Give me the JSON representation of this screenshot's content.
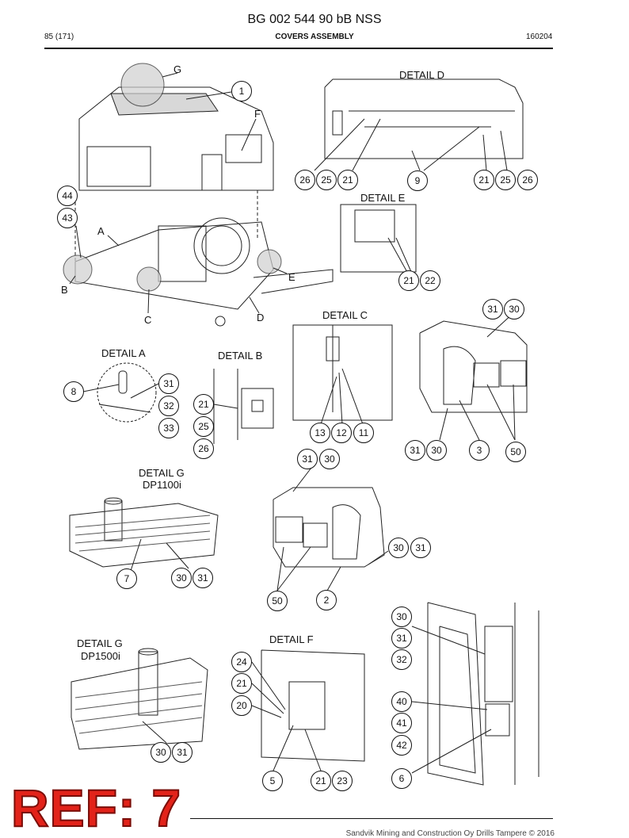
{
  "header": {
    "doc_number": "BG 002 544 90 bB NSS",
    "page": "85 (171)",
    "section": "COVERS ASSEMBLY",
    "date": "160204"
  },
  "details": {
    "a": "DETAIL A",
    "b": "DETAIL B",
    "c": "DETAIL C",
    "d": "DETAIL D",
    "e": "DETAIL E",
    "f": "DETAIL F",
    "g1": "DETAIL G",
    "g1_model": "DP1100i",
    "g2": "DETAIL G",
    "g2_model": "DP1500i"
  },
  "view_letters": {
    "a": "A",
    "b": "B",
    "c": "C",
    "d": "D",
    "e": "E",
    "f": "F",
    "g": "G"
  },
  "callouts": {
    "main": [
      "1",
      "44",
      "43"
    ],
    "detail_d": [
      "26",
      "25",
      "21",
      "9",
      "21",
      "25",
      "26"
    ],
    "detail_e": [
      "21",
      "22"
    ],
    "cover_right": [
      "31",
      "30",
      "31",
      "30",
      "3",
      "50"
    ],
    "detail_a": [
      "8",
      "31",
      "32",
      "33"
    ],
    "detail_b": [
      "21",
      "25",
      "26"
    ],
    "detail_c": [
      "13",
      "12",
      "11"
    ],
    "detail_g1": [
      "7",
      "30",
      "31"
    ],
    "cover_left": [
      "31",
      "30",
      "30",
      "31",
      "50",
      "2"
    ],
    "panel": [
      "30",
      "31",
      "32",
      "40",
      "41",
      "42",
      "6"
    ],
    "detail_g2": [
      "30",
      "31"
    ],
    "detail_f": [
      "24",
      "21",
      "20",
      "5",
      "21",
      "23"
    ]
  },
  "ref_stamp": "REF: 7",
  "footer": "Sandvik Mining and Construction Oy Drills Tampere © 2016"
}
